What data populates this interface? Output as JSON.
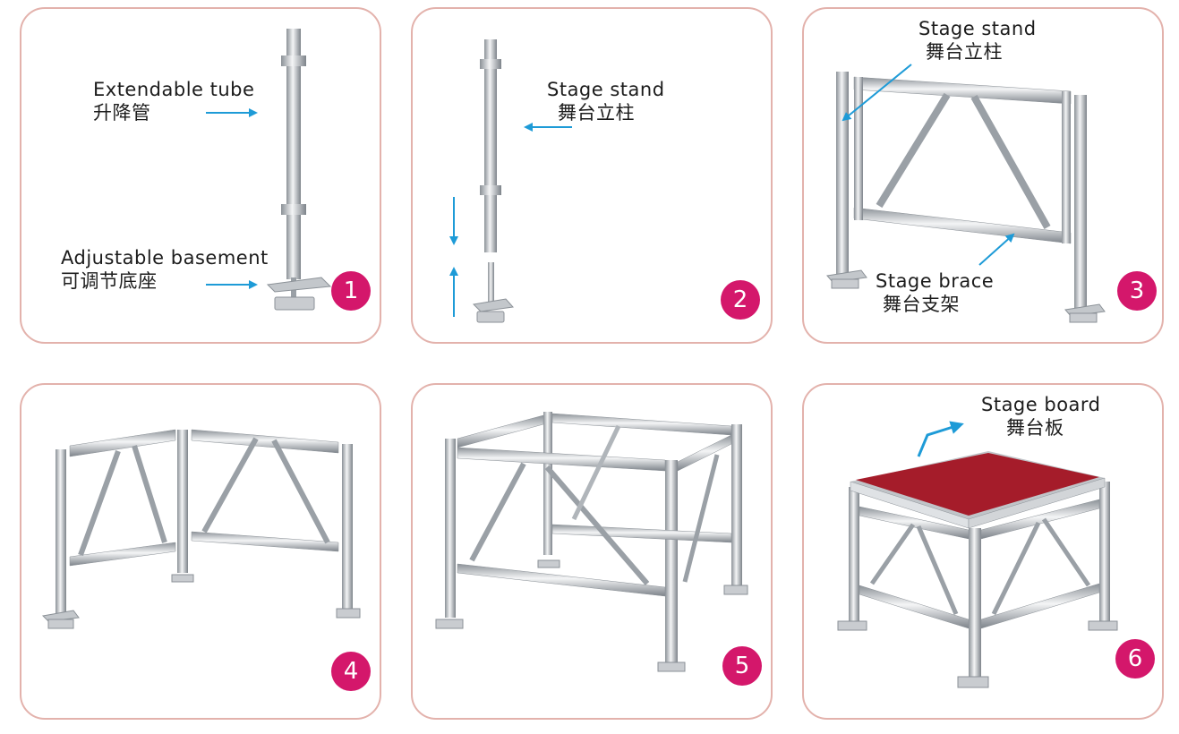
{
  "colors": {
    "arrow": "#1e9bd7",
    "badge": "#d4176b",
    "border": "#e3b2ac",
    "metal_light": "#f2f3f4",
    "metal_dark": "#8b9197",
    "board": "#a51c2a"
  },
  "panels": [
    {
      "number": "1",
      "labels": {
        "tube_en": "Extendable tube",
        "tube_cn": "升降管",
        "base_en": "Adjustable basement",
        "base_cn": "可调节底座"
      }
    },
    {
      "number": "2",
      "labels": {
        "stand_en": "Stage  stand",
        "stand_cn": "舞台立柱"
      }
    },
    {
      "number": "3",
      "labels": {
        "stand_en": "Stage  stand",
        "stand_cn": "舞台立柱",
        "brace_en": "Stage  brace",
        "brace_cn": "舞台支架"
      }
    },
    {
      "number": "4"
    },
    {
      "number": "5"
    },
    {
      "number": "6",
      "labels": {
        "board_en": "Stage  board",
        "board_cn": "舞台板"
      }
    }
  ]
}
